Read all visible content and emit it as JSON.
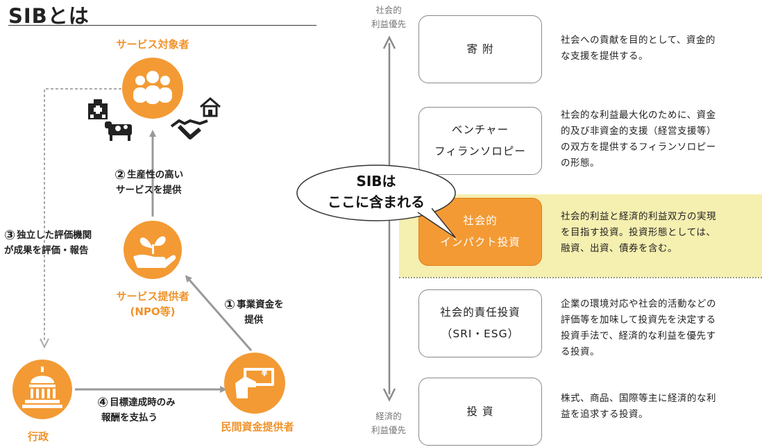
{
  "title": "SIBとは",
  "nodes": {
    "service_target": "サービス対象者",
    "service_provider_line1": "サービス提供者",
    "service_provider_line2": "(NPO等)",
    "government": "行政",
    "private_funder": "民間資金提供者",
    "yen_symbol": "¥"
  },
  "steps": {
    "step1": {
      "num": "①",
      "line1": "事業資金を",
      "line2": "提供"
    },
    "step2": {
      "num": "②",
      "line1": "生産性の高い",
      "line2": "サービスを提供"
    },
    "step3": {
      "num": "③",
      "line1": "独立した評価機関",
      "line2": "が成果を評価・報告"
    },
    "step4": {
      "num": "④",
      "line1": "目標達成時のみ",
      "line2": "報酬を支払う"
    }
  },
  "axis": {
    "top": "社会的\n利益優先",
    "bottom": "経済的\n利益優先"
  },
  "callout": {
    "line1": "SIBは",
    "line2": "ここに含まれる"
  },
  "spectrum": [
    {
      "label": "寄 附",
      "desc": "社会への貢献を目的として、資金的\nな支援を提供する。"
    },
    {
      "label": "ベンチャー\nフィランソロピー",
      "desc": "社会的な利益最大化のために、資金\n的及び非資金的支援（経営支援等）\nの双方を提供するフィランソロピー\nの形態。"
    },
    {
      "label": "社会的\nインパクト投資",
      "desc": "社会的利益と経済的利益双方の実現\nを目指す投資。投資形態としては、\n融資、出資、債券を含む。"
    },
    {
      "label": "社会的責任投資\n（SRI・ESG）",
      "desc": "企業の環境対応や社会的活動などの\n評価等を加味して投資先を決定する\n投資手法で、経済的な利益を優先す\nる投資。"
    },
    {
      "label": "投 資",
      "desc": "株式、商品、国際等主に経済的な利\n益を追求する投資。"
    }
  ],
  "colors": {
    "accent": "#f39a34",
    "highlight_band": "#f5efb0",
    "arrow": "#999999"
  }
}
